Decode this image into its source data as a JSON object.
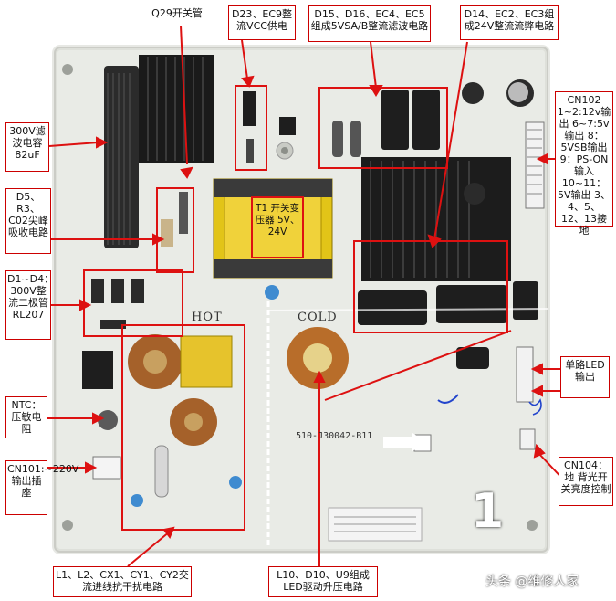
{
  "labels": {
    "q29": "Q29开关管",
    "d23": "D23、EC9整流VCC供电",
    "d15": "D15、D16、EC4、EC5组成5VSA/B整流滤波电路",
    "d14": "D14、EC2、EC3组成24V整流流弊电路",
    "cap300": "300V滤波电容82uF",
    "d5": "D5、R3、C02尖峰吸收电路",
    "d1d4": "D1~D4：300V整流二极管RL207",
    "ntc": "NTC：压敏电阻",
    "cn101": "CN101:~220V输出插座",
    "emi": "L1、L2、CX1、CY1、CY2交流进线抗干扰电路",
    "l10": "L10、D10、U9组成LED驱动升压电路",
    "cn102": "CN102 1~2:12v输出 6~7:5v输出 8：5VSB输出 9：PS-ON输入 10~11：5V输出 3、4、5、12、13接地",
    "led_out": "单路LED输出",
    "cn104": "CN104：地 背光开关亮度控制"
  },
  "board": {
    "t1": "T1 开关变压器 5V、24V",
    "hot": "HOT",
    "cold": "COLD",
    "part_number": "510-J30042-B11",
    "number_mark": "1",
    "watermark": "头条 @维修人家"
  }
}
